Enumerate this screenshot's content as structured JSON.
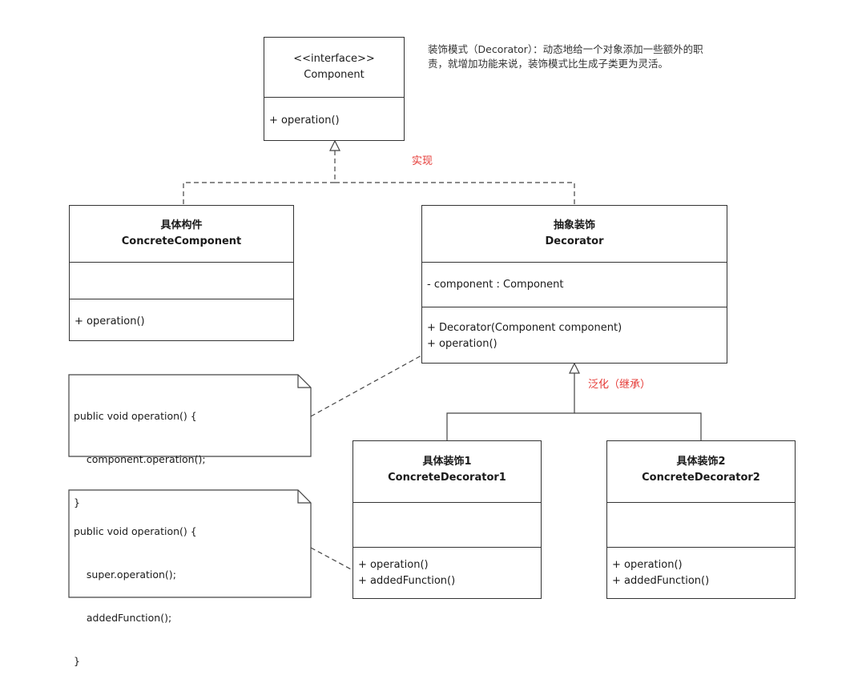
{
  "component": {
    "stereotype": "<<interface>>",
    "name": "Component",
    "operation": "+ operation()"
  },
  "description": {
    "line1": "装饰模式（Decorator）：动态地给一个对象添加一些额外的职",
    "line2": "责，就增加功能来说，装饰模式比生成子类更为灵活。"
  },
  "labels": {
    "realize": "实现",
    "generalize": "泛化（继承）"
  },
  "concrete_component": {
    "cn_name": "具体构件",
    "name": "ConcreteComponent",
    "operation": "+ operation()"
  },
  "decorator": {
    "cn_name": "抽象装饰",
    "name": "Decorator",
    "attribute": "- component : Component",
    "constructor": "+ Decorator(Component component)",
    "operation": "+ operation()"
  },
  "decorator1": {
    "cn_name": "具体装饰1",
    "name": "ConcreteDecorator1",
    "op1": "+ operation()",
    "op2": "+ addedFunction()"
  },
  "decorator2": {
    "cn_name": "具体装饰2",
    "name": "ConcreteDecorator2",
    "op1": "+ operation()",
    "op2": "+ addedFunction()"
  },
  "note1": {
    "l1": "public void operation() {",
    "l2": "    component.operation();",
    "l3": "}"
  },
  "note2": {
    "l1": "public void operation() {",
    "l2": "    super.operation();",
    "l3": "    addedFunction();",
    "l4": "}"
  }
}
